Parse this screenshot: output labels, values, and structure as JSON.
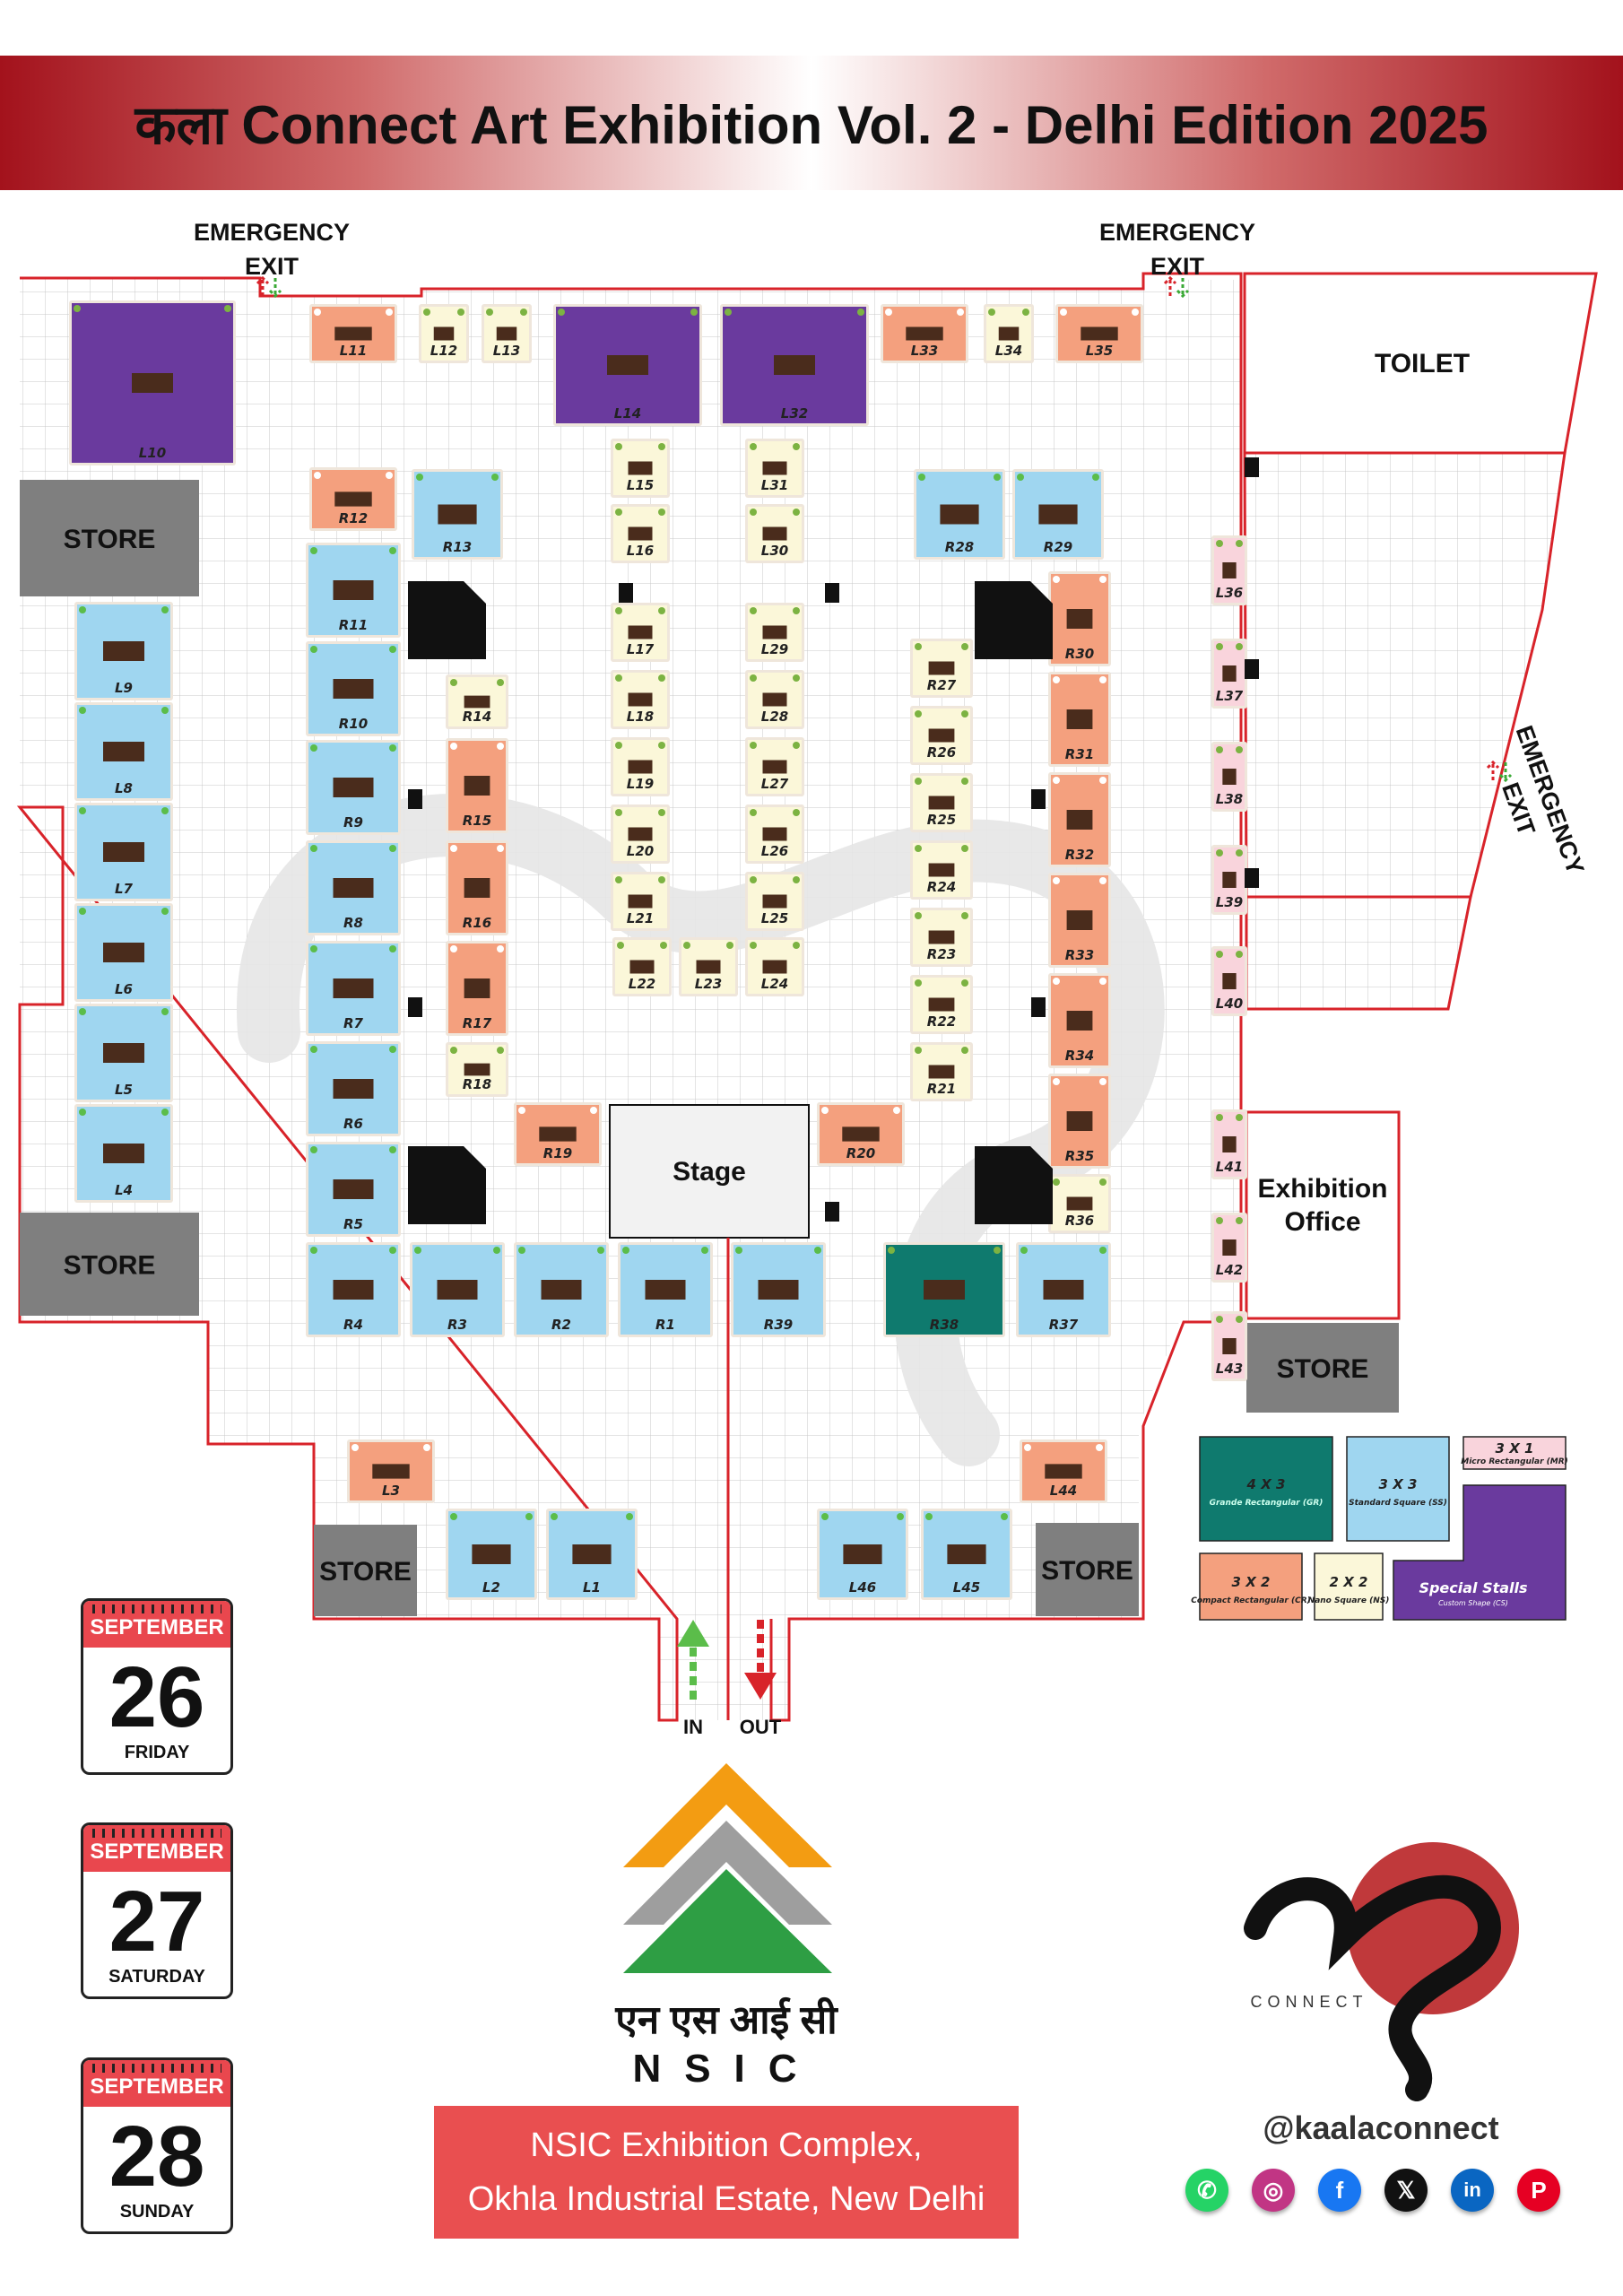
{
  "title": "कला Connect Art Exhibition Vol. 2 - Delhi Edition 2025",
  "colors": {
    "title_red": "#a3121c",
    "cr": "#f4a07e",
    "ss": "#9fd6f0",
    "ns": "#fbf7d9",
    "mr": "#f9d4dc",
    "gr": "#0f7a6e",
    "cs": "#6a3a9e",
    "store": "#7f7f7f",
    "boundary": "#d8232a"
  },
  "labels": {
    "emergency_exit_line1": "EMERGENCY",
    "emergency_exit_line2": "EXIT",
    "toilet": "TOILET",
    "store": "STORE",
    "stage": "Stage",
    "exhibition_office_line1": "Exhibition",
    "exhibition_office_line2": "Office",
    "in": "IN",
    "out": "OUT"
  },
  "stalls": [
    {
      "id": "L10",
      "type": "cs"
    },
    {
      "id": "L11",
      "type": "cr"
    },
    {
      "id": "L12",
      "type": "ns"
    },
    {
      "id": "L13",
      "type": "ns"
    },
    {
      "id": "L14",
      "type": "cs"
    },
    {
      "id": "L32",
      "type": "cs"
    },
    {
      "id": "L33",
      "type": "cr"
    },
    {
      "id": "L34",
      "type": "ns"
    },
    {
      "id": "L35",
      "type": "cr"
    },
    {
      "id": "R12",
      "type": "cr"
    },
    {
      "id": "R13",
      "type": "ss"
    },
    {
      "id": "R28",
      "type": "ss"
    },
    {
      "id": "R29",
      "type": "ss"
    },
    {
      "id": "L15",
      "type": "ns"
    },
    {
      "id": "L16",
      "type": "ns"
    },
    {
      "id": "L31",
      "type": "ns"
    },
    {
      "id": "L30",
      "type": "ns"
    },
    {
      "id": "R11",
      "type": "ss"
    },
    {
      "id": "R10",
      "type": "ss"
    },
    {
      "id": "R9",
      "type": "ss"
    },
    {
      "id": "R8",
      "type": "ss"
    },
    {
      "id": "R7",
      "type": "ss"
    },
    {
      "id": "R6",
      "type": "ss"
    },
    {
      "id": "R5",
      "type": "ss"
    },
    {
      "id": "L9",
      "type": "ss"
    },
    {
      "id": "L8",
      "type": "ss"
    },
    {
      "id": "L7",
      "type": "ss"
    },
    {
      "id": "L6",
      "type": "ss"
    },
    {
      "id": "L5",
      "type": "ss"
    },
    {
      "id": "L4",
      "type": "ss"
    },
    {
      "id": "R14",
      "type": "ns"
    },
    {
      "id": "R15",
      "type": "cr"
    },
    {
      "id": "R16",
      "type": "cr"
    },
    {
      "id": "R17",
      "type": "cr"
    },
    {
      "id": "R18",
      "type": "ns"
    },
    {
      "id": "L17",
      "type": "ns"
    },
    {
      "id": "L18",
      "type": "ns"
    },
    {
      "id": "L19",
      "type": "ns"
    },
    {
      "id": "L20",
      "type": "ns"
    },
    {
      "id": "L21",
      "type": "ns"
    },
    {
      "id": "L29",
      "type": "ns"
    },
    {
      "id": "L28",
      "type": "ns"
    },
    {
      "id": "L27",
      "type": "ns"
    },
    {
      "id": "L26",
      "type": "ns"
    },
    {
      "id": "L25",
      "type": "ns"
    },
    {
      "id": "L22",
      "type": "ns"
    },
    {
      "id": "L23",
      "type": "ns"
    },
    {
      "id": "L24",
      "type": "ns"
    },
    {
      "id": "R27",
      "type": "ns"
    },
    {
      "id": "R26",
      "type": "ns"
    },
    {
      "id": "R25",
      "type": "ns"
    },
    {
      "id": "R24",
      "type": "ns"
    },
    {
      "id": "R23",
      "type": "ns"
    },
    {
      "id": "R22",
      "type": "ns"
    },
    {
      "id": "R21",
      "type": "ns"
    },
    {
      "id": "R30",
      "type": "cr"
    },
    {
      "id": "R31",
      "type": "cr"
    },
    {
      "id": "R32",
      "type": "cr"
    },
    {
      "id": "R33",
      "type": "cr"
    },
    {
      "id": "R34",
      "type": "cr"
    },
    {
      "id": "R35",
      "type": "cr"
    },
    {
      "id": "R36",
      "type": "ns"
    },
    {
      "id": "R19",
      "type": "cr"
    },
    {
      "id": "R20",
      "type": "cr"
    },
    {
      "id": "R4",
      "type": "ss"
    },
    {
      "id": "R3",
      "type": "ss"
    },
    {
      "id": "R2",
      "type": "ss"
    },
    {
      "id": "R1",
      "type": "ss"
    },
    {
      "id": "R39",
      "type": "ss"
    },
    {
      "id": "R38",
      "type": "gr"
    },
    {
      "id": "R37",
      "type": "ss"
    },
    {
      "id": "L36",
      "type": "mr"
    },
    {
      "id": "L37",
      "type": "mr"
    },
    {
      "id": "L38",
      "type": "mr"
    },
    {
      "id": "L39",
      "type": "mr"
    },
    {
      "id": "L40",
      "type": "mr"
    },
    {
      "id": "L41",
      "type": "mr"
    },
    {
      "id": "L42",
      "type": "mr"
    },
    {
      "id": "L43",
      "type": "mr"
    },
    {
      "id": "L3",
      "type": "cr"
    },
    {
      "id": "L44",
      "type": "cr"
    },
    {
      "id": "L2",
      "type": "ss"
    },
    {
      "id": "L1",
      "type": "ss"
    },
    {
      "id": "L46",
      "type": "ss"
    },
    {
      "id": "L45",
      "type": "ss"
    }
  ],
  "legend": [
    {
      "size": "4 X 3",
      "name": "Grande Rectangular (GR)",
      "type": "gr"
    },
    {
      "size": "3 X 3",
      "name": "Standard Square (SS)",
      "type": "ss"
    },
    {
      "size": "3 X 1",
      "name": "Micro Rectangular (MR)",
      "type": "mr"
    },
    {
      "size": "3 X 2",
      "name": "Compact Rectangular (CR)",
      "type": "cr"
    },
    {
      "size": "2 X 2",
      "name": "Nano Square (NS)",
      "type": "ns"
    },
    {
      "size": "",
      "name": "Special Stalls",
      "sub": "Custom Shape (CS)",
      "type": "cs"
    }
  ],
  "dates": [
    {
      "month": "SEPTEMBER",
      "day": "26",
      "weekday": "FRIDAY"
    },
    {
      "month": "SEPTEMBER",
      "day": "27",
      "weekday": "SATURDAY"
    },
    {
      "month": "SEPTEMBER",
      "day": "28",
      "weekday": "SUNDAY"
    }
  ],
  "nsic": {
    "hindi": "एन एस आई सी",
    "english": "NSIC"
  },
  "venue": {
    "line1": "NSIC Exhibition Complex,",
    "line2": "Okhla Industrial Estate, New Delhi"
  },
  "brand": {
    "logo_text": "CONNECT",
    "handle": "@kaalaconnect"
  },
  "social": [
    {
      "name": "whatsapp-icon",
      "glyph": "✆",
      "color": "#25d366"
    },
    {
      "name": "instagram-icon",
      "glyph": "◎",
      "color": "#c13584"
    },
    {
      "name": "facebook-icon",
      "glyph": "f",
      "color": "#1877f2"
    },
    {
      "name": "x-icon",
      "glyph": "𝕏",
      "color": "#111111"
    },
    {
      "name": "linkedin-icon",
      "glyph": "in",
      "color": "#0a66c2"
    },
    {
      "name": "pinterest-icon",
      "glyph": "P",
      "color": "#e60023"
    }
  ]
}
